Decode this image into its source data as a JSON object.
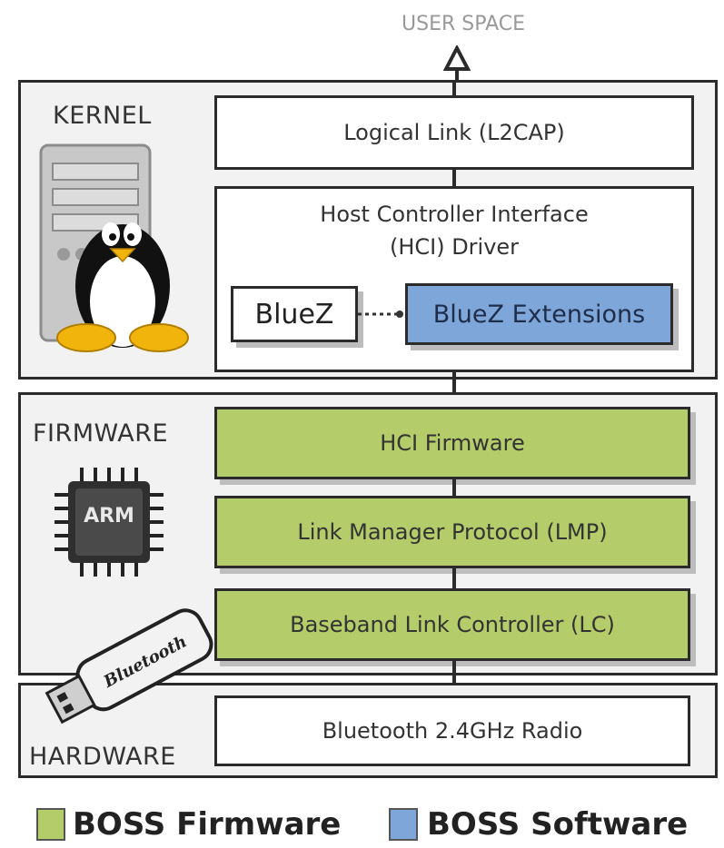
{
  "colors": {
    "firmware": "#b5cc6a",
    "software": "#7fa6d9"
  },
  "top_label": "USER SPACE",
  "layers": {
    "kernel": "KERNEL",
    "firmware": "FIRMWARE",
    "hardware": "HARDWARE"
  },
  "boxes": {
    "l2cap": "Logical Link (L2CAP)",
    "hci_driver_line1": "Host Controller Interface",
    "hci_driver_line2": "(HCI) Driver",
    "bluez": "BlueZ",
    "bluez_ext": "BlueZ Extensions",
    "hci_firmware": "HCI Firmware",
    "lmp": "Link Manager Protocol (LMP)",
    "lc": "Baseband Link Controller (LC)",
    "radio": "Bluetooth 2.4GHz Radio"
  },
  "chip": {
    "text": "ARM"
  },
  "usb": {
    "text": "Bluetooth"
  },
  "legend": {
    "firmware": "BOSS Firmware",
    "software": "BOSS Software"
  },
  "icons": [
    "server-tux-icon",
    "arm-chip-icon",
    "bluetooth-usb-icon"
  ]
}
